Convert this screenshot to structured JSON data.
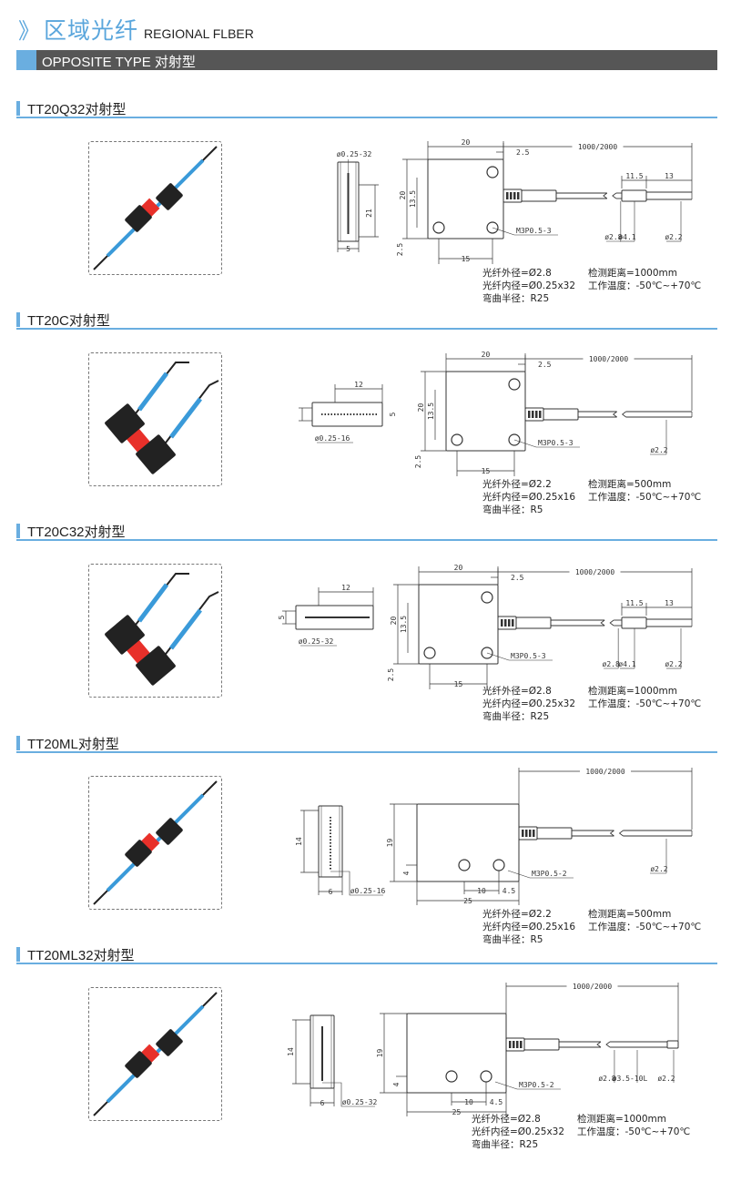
{
  "header": {
    "chevron": "》",
    "title_cn": "区域光纤",
    "title_en": "REGIONAL FLBER"
  },
  "type_bar": {
    "label": "OPPOSITE TYPE 对射型",
    "accent": "#6aaee0",
    "bg": "#565656"
  },
  "colors": {
    "accent": "#5aa6dc",
    "sensor_body": "#222222",
    "sensor_joint": "#e8302a",
    "cable": "#3a9ad9"
  },
  "products": [
    {
      "name": "TT20Q32对射型",
      "dims": {
        "side_fiber": "ø0.25-32",
        "side_len": "21",
        "side_w": "5",
        "bw": "20",
        "gap": "2.5",
        "bh": "20",
        "h2": "13.5",
        "h3": "2.5",
        "hole": "15",
        "thread": "M3P0.5-3",
        "len": "1000/2000",
        "s1": "11.5",
        "s2": "13",
        "d1": "ø2.8",
        "d2": "ø4.1",
        "d3": "ø2.2"
      },
      "specs": {
        "outer": "光纤外径=Ø2.8",
        "inner": "光纤内径=Ø0.25x32",
        "bend": "弯曲半径：R25",
        "distance": "检测距离=1000mm",
        "temp": "工作温度：-50℃~+70℃"
      }
    },
    {
      "name": "TT20C对射型",
      "dims": {
        "side_fiber": "ø0.25-16",
        "side_len": "12",
        "side_w": "5",
        "bw": "20",
        "gap": "2.5",
        "bh": "20",
        "h2": "13.5",
        "h3": "2.5",
        "hole": "15",
        "thread": "M3P0.5-3",
        "len": "1000/2000",
        "d3": "ø2.2"
      },
      "specs": {
        "outer": "光纤外径=Ø2.2",
        "inner": "光纤内径=Ø0.25x16",
        "bend": "弯曲半径：R5",
        "distance": "检测距离=500mm",
        "temp": "工作温度：-50℃~+70℃"
      }
    },
    {
      "name": "TT20C32对射型",
      "dims": {
        "side_fiber": "ø0.25-32",
        "side_len": "12",
        "side_w": "5",
        "bw": "20",
        "gap": "2.5",
        "bh": "20",
        "h2": "13.5",
        "h3": "2.5",
        "hole": "15",
        "thread": "M3P0.5-3",
        "len": "1000/2000",
        "s1": "11.5",
        "s2": "13",
        "d1": "ø2.8",
        "d2": "ø4.1",
        "d3": "ø2.2"
      },
      "specs": {
        "outer": "光纤外径=Ø2.8",
        "inner": "光纤内径=Ø0.25x32",
        "bend": "弯曲半径：R25",
        "distance": "检测距离=1000mm",
        "temp": "工作温度：-50℃~+70℃"
      }
    },
    {
      "name": "TT20ML对射型",
      "dims": {
        "side_fiber": "ø0.25-16",
        "side_len": "14",
        "side_w": "6",
        "bh": "19",
        "h3": "4",
        "hole": "10",
        "gap": "4.5",
        "bw": "25",
        "thread": "M3P0.5-2",
        "len": "1000/2000",
        "d3": "ø2.2"
      },
      "specs": {
        "outer": "光纤外径=Ø2.2",
        "inner": "光纤内径=Ø0.25x16",
        "bend": "弯曲半径：R5",
        "distance": "检测距离=500mm",
        "temp": "工作温度：-50℃~+70℃"
      }
    },
    {
      "name": "TT20ML32对射型",
      "dims": {
        "side_fiber": "ø0.25-32",
        "side_len": "14",
        "side_w": "6",
        "bh": "19",
        "h3": "4",
        "hole": "10",
        "gap": "4.5",
        "bw": "25",
        "thread": "M3P0.5-2",
        "len": "1000/2000",
        "d1": "ø2.8",
        "d2": "ø3.5-10L",
        "d3": "ø2.2"
      },
      "specs": {
        "outer": "光纤外径=Ø2.8",
        "inner": "光纤内径=Ø0.25x32",
        "bend": "弯曲半径：R25",
        "distance": "检测距离=1000mm",
        "temp": "工作温度：-50℃~+70℃"
      }
    }
  ]
}
